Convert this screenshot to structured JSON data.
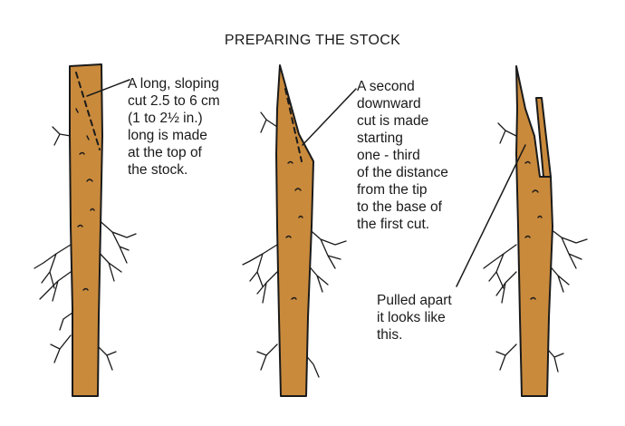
{
  "title": "PREPARING THE STOCK",
  "steps": [
    {
      "lines": [
        "A long, sloping",
        "cut 2.5 to 6 cm",
        "(1 to 2½ in.)",
        "long is made",
        "at the top of",
        "the stock."
      ]
    },
    {
      "lines": [
        "A second",
        "downward",
        "cut is made",
        "starting",
        "one - third",
        "of the distance",
        "from the tip",
        "to the base of",
        "the first cut."
      ]
    },
    {
      "lines": [
        "Pulled apart",
        "it looks like",
        "this."
      ]
    }
  ],
  "colors": {
    "stock_fill": "#c98a3c",
    "outline": "#1a1a1a",
    "background": "#ffffff"
  }
}
